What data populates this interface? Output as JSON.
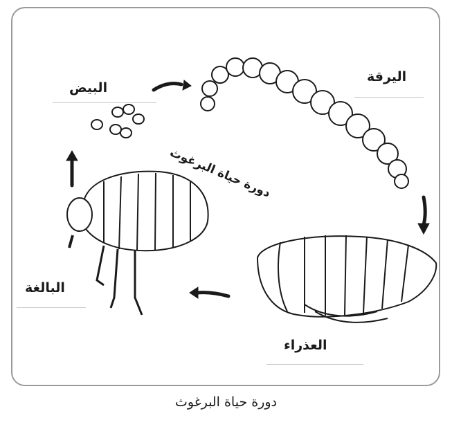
{
  "diagram": {
    "stages": {
      "egg": "البيض",
      "larva": "اليرقة",
      "pupa": "العذراء",
      "adult": "البالغة"
    },
    "center_title": "دورة حياة البرغوث"
  },
  "caption": "دورة حياة البرغوث",
  "colors": {
    "ink": "#1a1a1a",
    "frame": "#9a9a9a",
    "rule": "#c8c8c8"
  }
}
